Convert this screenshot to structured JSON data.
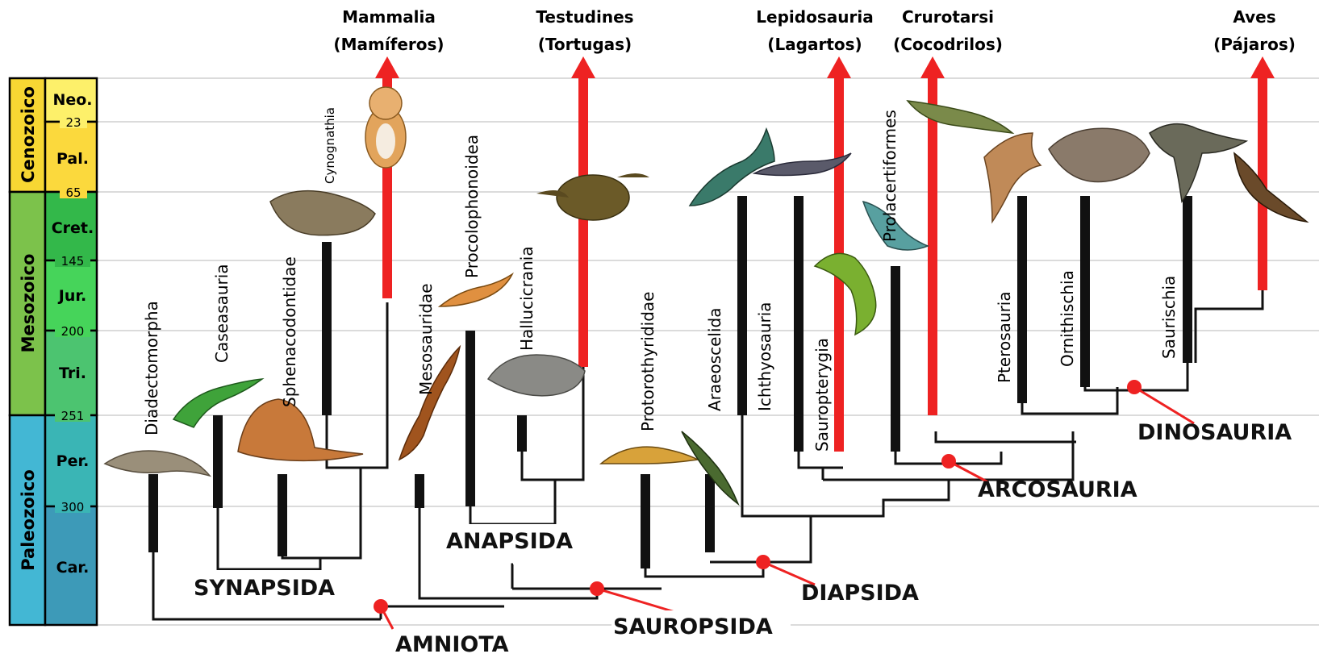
{
  "eras": [
    {
      "name": "Cenozoico",
      "color": "#f7d733"
    },
    {
      "name": "Mesozoico",
      "color": "#7cc24b"
    },
    {
      "name": "Paleozoico",
      "color": "#43b7d4"
    }
  ],
  "periods": [
    {
      "name": "Neo.",
      "color": "#fdf06a"
    },
    {
      "name": "Pal.",
      "color": "#fbd93d"
    },
    {
      "name": "Cret.",
      "color": "#33b84a"
    },
    {
      "name": "Jur.",
      "color": "#46d45a"
    },
    {
      "name": "Tri.",
      "color": "#4cc470"
    },
    {
      "name": "Per.",
      "color": "#3ab5b5"
    },
    {
      "name": "Car.",
      "color": "#3d9ab8"
    }
  ],
  "time_ticks": [
    "23",
    "65",
    "145",
    "200",
    "251",
    "300"
  ],
  "taxa": {
    "diadectomorpha": "Diadectomorpha",
    "caseasauria": "Caseasauria",
    "sphenacodontidae": "Sphenacodontidae",
    "cynognathia": "Cynognathia",
    "mesosauridae": "Mesosauridae",
    "procolophonoidea": "Procolophonoidea",
    "hallucicrania": "Hallucicrania",
    "protorothyrididae": "Protorothyrididae",
    "araeoscelida": "Araeoscelida",
    "ichthyosauria": "Ichthyosauria",
    "sauropterygia": "Sauropterygia",
    "prolacertiformes": "Prolacertiformes",
    "pterosauria": "Pterosauria",
    "ornithischia": "Ornithischia",
    "saurischia": "Saurischia"
  },
  "living_groups": [
    {
      "line1": "Mammalia",
      "line2": "(Mamíferos)"
    },
    {
      "line1": "Testudines",
      "line2": "(Tortugas)"
    },
    {
      "line1": "Lepidosauria",
      "line2": "(Lagartos)"
    },
    {
      "line1": "Crurotarsi",
      "line2": "(Cocodrilos)"
    },
    {
      "line1": "Aves",
      "line2": "(Pájaros)"
    }
  ],
  "clades": {
    "amniota": "AMNIOTA",
    "synapsida": "SYNAPSIDA",
    "sauropsida": "SAUROPSIDA",
    "anapsida": "ANAPSIDA",
    "diapsida": "DIAPSIDA",
    "arcosauria": "ARCOSAURIA",
    "dinosauria": "DINOSAURIA"
  },
  "colors": {
    "lineage": "#111111",
    "extant_arrow": "#ee2222",
    "node": "#ee2222",
    "grid": "#cfcfcf"
  }
}
